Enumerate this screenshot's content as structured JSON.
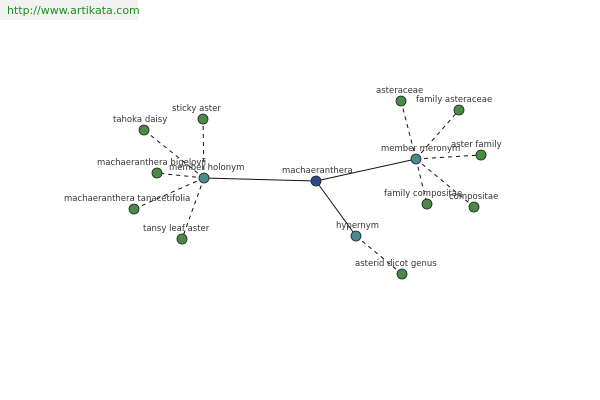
{
  "watermark": {
    "url": "http://www.artikata.com"
  },
  "colors": {
    "center": "#2f4a8a",
    "relation": "#4a8a8f",
    "leaf": "#4a8a46",
    "node_stroke": "#222222",
    "solid_edge": "#111111",
    "dashed_edge": "#111111"
  },
  "graph": {
    "center": {
      "id": "machaeranthera",
      "label": "machaeranthera"
    },
    "relations": [
      {
        "id": "member-holonym",
        "label": "member holonym",
        "leaves": [
          {
            "id": "tahoka-daisy",
            "label": "tahoka daisy"
          },
          {
            "id": "sticky-aster",
            "label": "sticky aster"
          },
          {
            "id": "machaeranthera-bigelovii",
            "label": "machaeranthera bigelovii"
          },
          {
            "id": "machaeranthera-tanacetifolia",
            "label": "machaeranthera tanacetifolia"
          },
          {
            "id": "tansy-leaf-aster",
            "label": "tansy leaf aster"
          }
        ]
      },
      {
        "id": "member-meronym",
        "label": "member meronym",
        "leaves": [
          {
            "id": "asteraceae",
            "label": "asteraceae"
          },
          {
            "id": "family-asteraceae",
            "label": "family asteraceae"
          },
          {
            "id": "aster-family",
            "label": "aster family"
          },
          {
            "id": "family-compositae",
            "label": "family compositae"
          },
          {
            "id": "compositae",
            "label": "compositae"
          }
        ]
      },
      {
        "id": "hypernym",
        "label": "hypernym",
        "leaves": [
          {
            "id": "asterid-dicot-genus",
            "label": "asterid dicot genus"
          }
        ]
      }
    ]
  }
}
